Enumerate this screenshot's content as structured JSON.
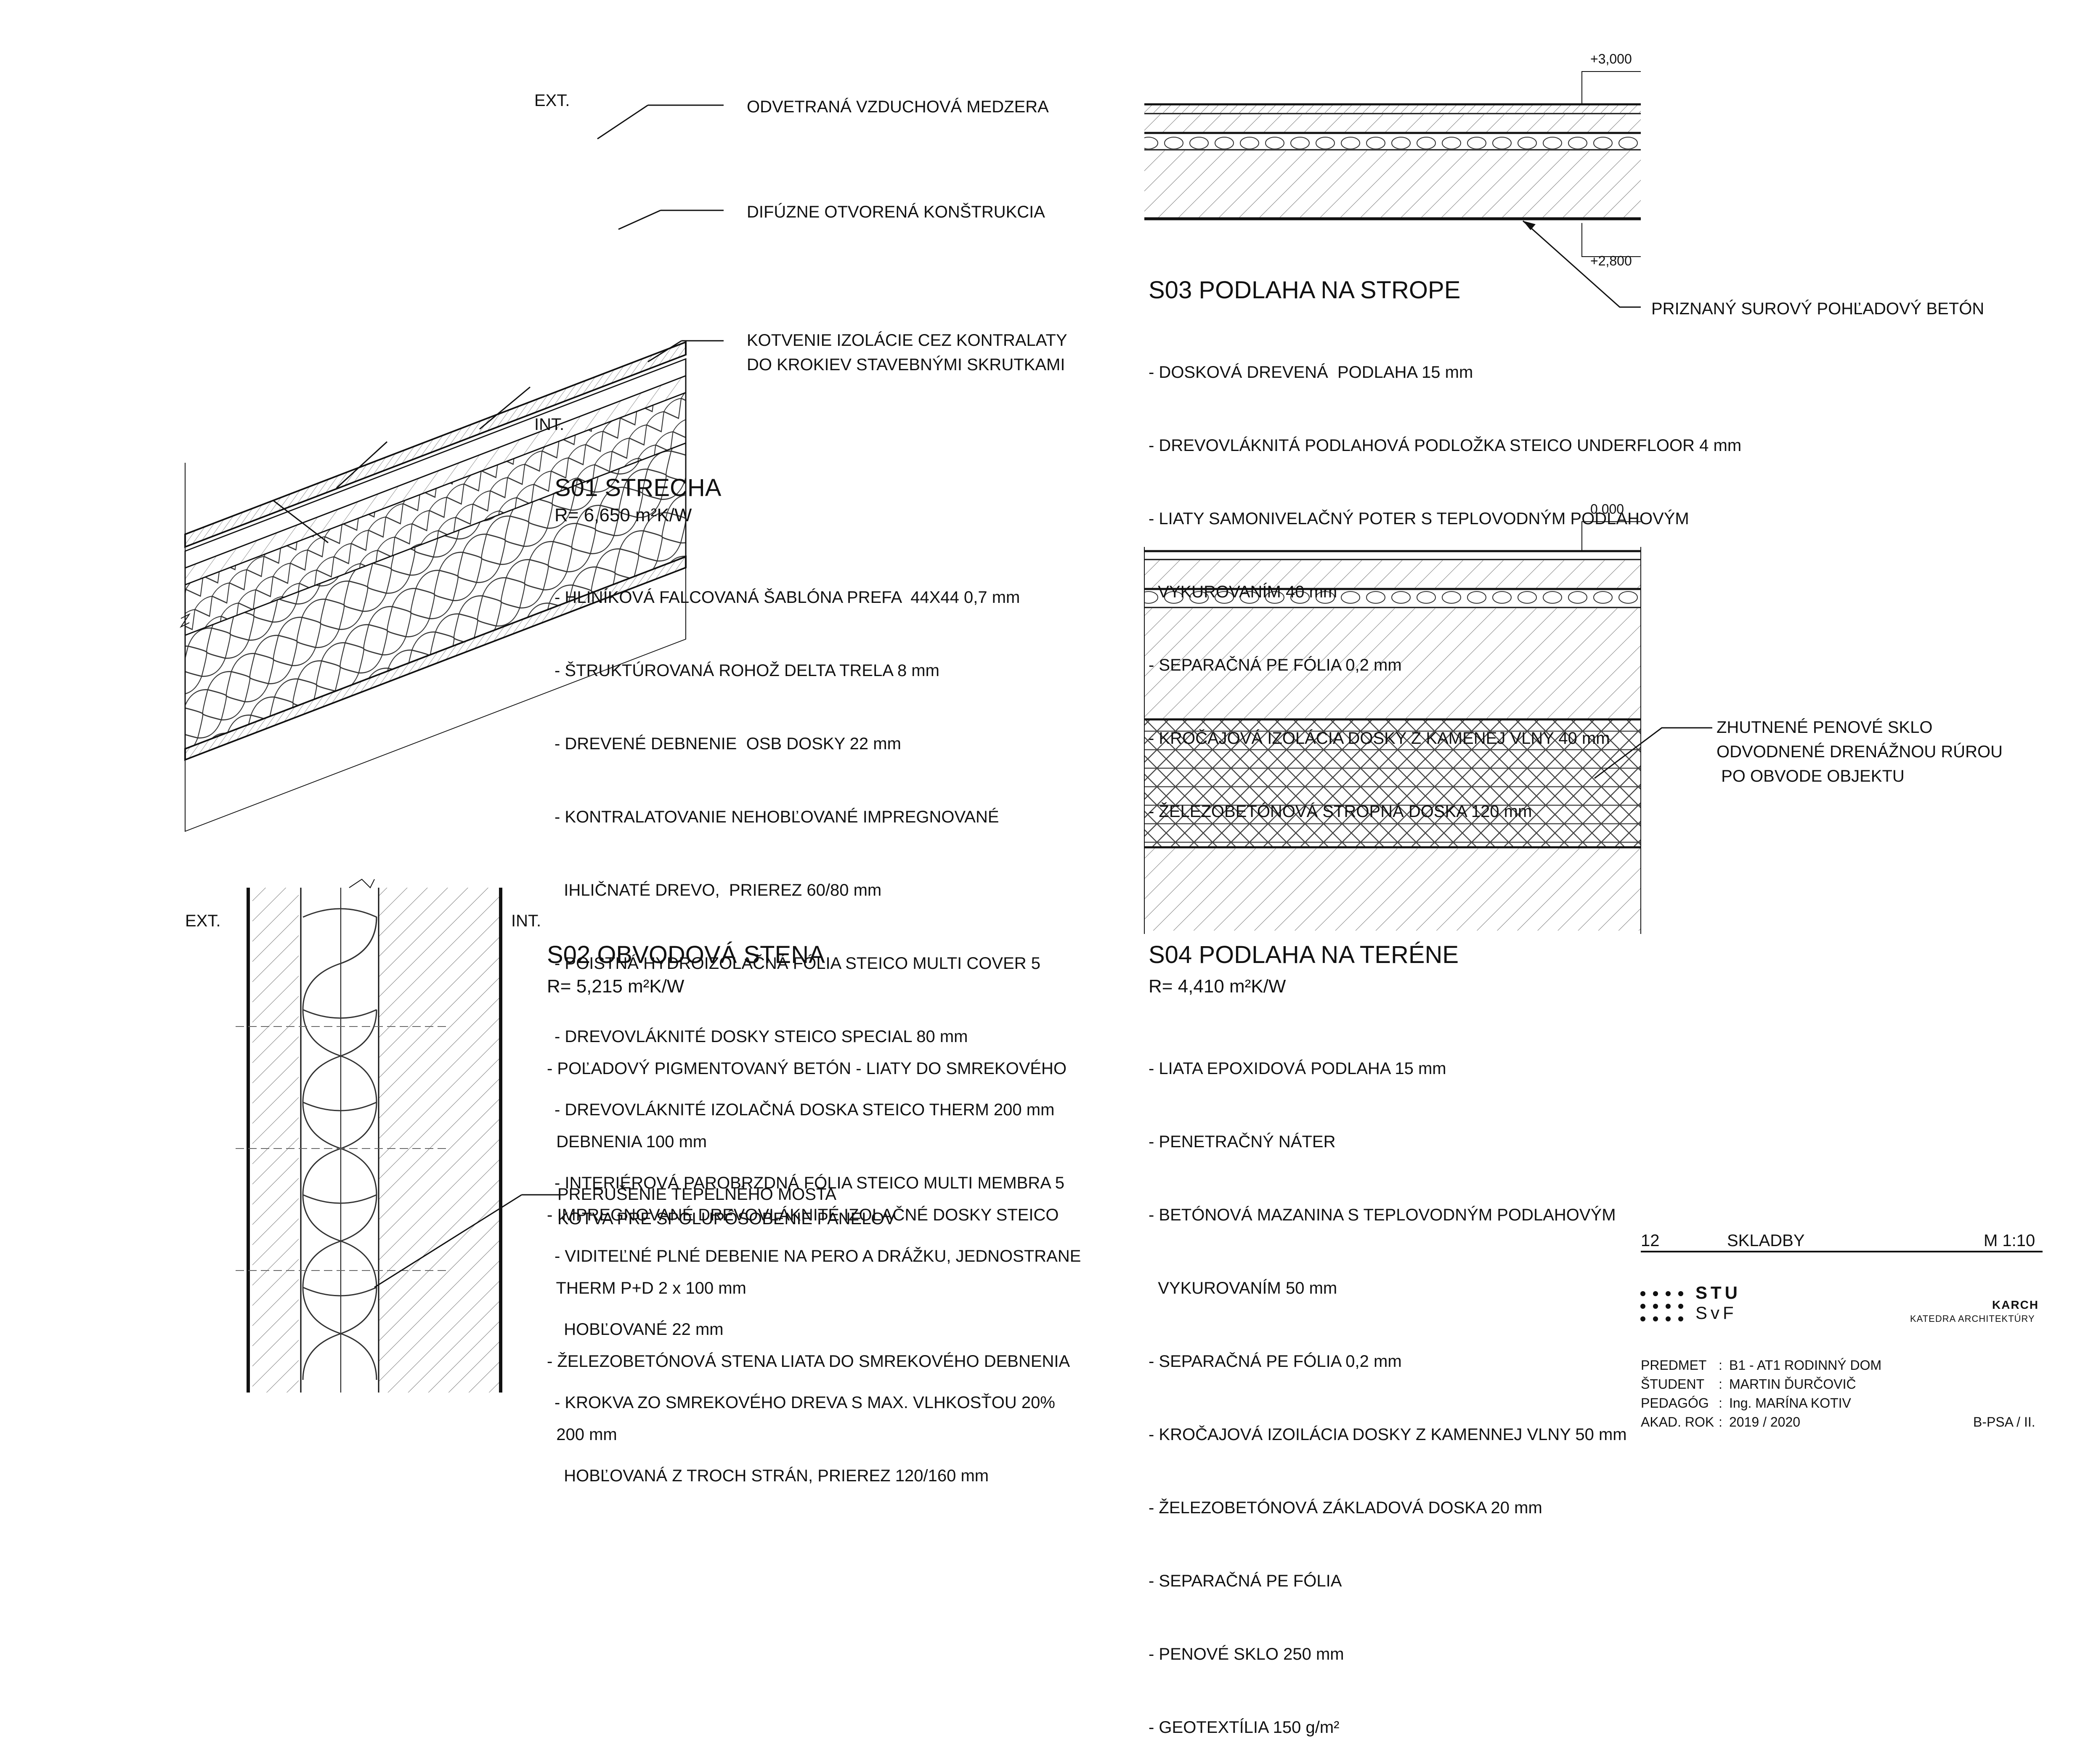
{
  "s01": {
    "ext_label": "EXT.",
    "int_label": "INT.",
    "callouts": [
      "ODVETRANÁ VZDUCHOVÁ MEDZERA",
      "DIFÚZNE OTVORENÁ KONŠTRUKCIA",
      "KOTVENIE IZOLÁCIE CEZ KONTRALATY",
      "DO KROKIEV STAVEBNÝMI SKRUTKAMI"
    ],
    "title": "S01 STRECHA",
    "r_value": "R= 6,650 m²K/W",
    "layers": [
      "- HLINÍKOVÁ FALCOVANÁ ŠABLÓNA PREFA  44X44 0,7 mm",
      "- ŠTRUKTÚROVANÁ ROHOŽ DELTA TRELA 8 mm",
      "- DREVENÉ DEBNENIE  OSB DOSKY 22 mm",
      "- KONTRALATOVANIE NEHOBĽOVANÉ IMPREGNOVANÉ",
      "  IHLIČNATÉ DREVO,  PRIEREZ 60/80 mm",
      "- POISTNÁ HYDROIZOLAČNÁ FÓLIA STEICO MULTI COVER 5",
      "- DREVOVLÁKNITÉ DOSKY STEICO SPECIAL 80 mm",
      "- DREVOVLÁKNITÉ IZOLAČNÁ DOSKA STEICO THERM 200 mm",
      "- INTERIÉROVÁ PAROBRZDNÁ FÓLIA STEICO MULTI MEMBRA 5",
      "- VIDITEĽNÉ PLNÉ DEBENIE NA PERO A DRÁŽKU, JEDNOSTRANE",
      "  HOBĽOVANÉ 22 mm",
      "- KROKVA ZO SMREKOVÉHO DREVA S MAX. VLHKOSŤOU 20%",
      "  HOBĽOVANÁ Z TROCH STRÁN, PRIEREZ 120/160 mm"
    ]
  },
  "s02": {
    "ext_label": "EXT.",
    "int_label": "INT.",
    "title": "S02 OBVODOVÁ STENA",
    "r_value": "R= 5,215 m²K/W",
    "layers": [
      "- POĽADOVÝ PIGMENTOVANÝ BETÓN - LIATY DO SMREKOVÉHO",
      "  DEBNENIA 100 mm",
      "- IMPREGNOVANÉ DREVOVLÁKNITÉ IZOLAČNÉ DOSKY STEICO",
      "  THERM P+D 2 x 100 mm",
      "- ŽELEZOBETÓNOVÁ STENA LIATA DO SMREKOVÉHO DEBNENIA",
      "  200 mm"
    ],
    "callouts": [
      "PRERUŠENIE TEPELNÉHO MOSTA",
      "KOTVA PRE SPOLUPÔSOBENIE PANELOV"
    ]
  },
  "s03": {
    "level_top": "+3,000",
    "level_bottom": "+2,800",
    "callout": "PRIZNANÝ SUROVÝ POHĽADOVÝ BETÓN",
    "title": "S03 PODLAHA NA STROPE",
    "layers": [
      "- DOSKOVÁ DREVENÁ  PODLAHA 15 mm",
      "- DREVOVLÁKNITÁ PODLAHOVÁ PODLOŽKA STEICO UNDERFLOOR 4 mm",
      "- LIATY SAMONIVELAČNÝ POTER S TEPLOVODNÝM PODLAHOVÝM",
      "  VYKUROVANÍM 40 mm",
      "- SEPARAČNÁ PE FÓLIA 0,2 mm",
      "- KROČAJOVÁ IZOLÁCIA DOSKY Z KAMENEJ VLNY 40 mm",
      "- ŽELEZOBETÓNOVÁ STROPNÁ DOSKA 120 mm"
    ]
  },
  "s04": {
    "level_top": "0.000",
    "callouts": [
      "ZHUTNENÉ PENOVÉ SKLO",
      "ODVODNENÉ DRENÁŽNOU RÚROU",
      " PO OBVODE OBJEKTU"
    ],
    "title": "S04 PODLAHA NA TERÉNE",
    "r_value": "R= 4,410 m²K/W",
    "layers": [
      "- LIATA EPOXIDOVÁ PODLAHA 15 mm",
      "- PENETRAČNÝ NÁTER",
      "- BETÓNOVÁ MAZANINA S TEPLOVODNÝM PODLAHOVÝM",
      "  VYKUROVANÍM 50 mm",
      "- SEPARAČNÁ PE FÓLIA 0,2 mm",
      "- KROČAJOVÁ IZOILÁCIA DOSKY Z KAMENNEJ VLNY 50 mm",
      "- ŽELEZOBETÓNOVÁ ZÁKLADOVÁ DOSKA 20 mm",
      "- SEPARAČNÁ PE FÓLIA",
      "- PENOVÉ SKLO 250 mm",
      "- GEOTEXTÍLIA 150 g/m²"
    ]
  },
  "titleblock": {
    "sheet_no": "12",
    "sheet_name": "SKLADBY",
    "scale": "M 1:10",
    "stu_top": "STU",
    "stu_bottom": "SvF",
    "karch": "KARCH",
    "karch_sub": "KATEDRA ARCHITEKTÚRY",
    "rows": [
      {
        "label": "PREDMET",
        "sep": ":",
        "value": "B1 - AT1 RODINNÝ DOM"
      },
      {
        "label": "ŠTUDENT",
        "sep": ":",
        "value": "MARTIN ĎURČOVIČ"
      },
      {
        "label": "PEDAGÓG",
        "sep": ":",
        "value": "Ing. MARÍNA KOTIV"
      },
      {
        "label": "AKAD. ROK",
        "sep": ":",
        "value": "2019 / 2020"
      }
    ],
    "code": "B-PSA / II."
  }
}
